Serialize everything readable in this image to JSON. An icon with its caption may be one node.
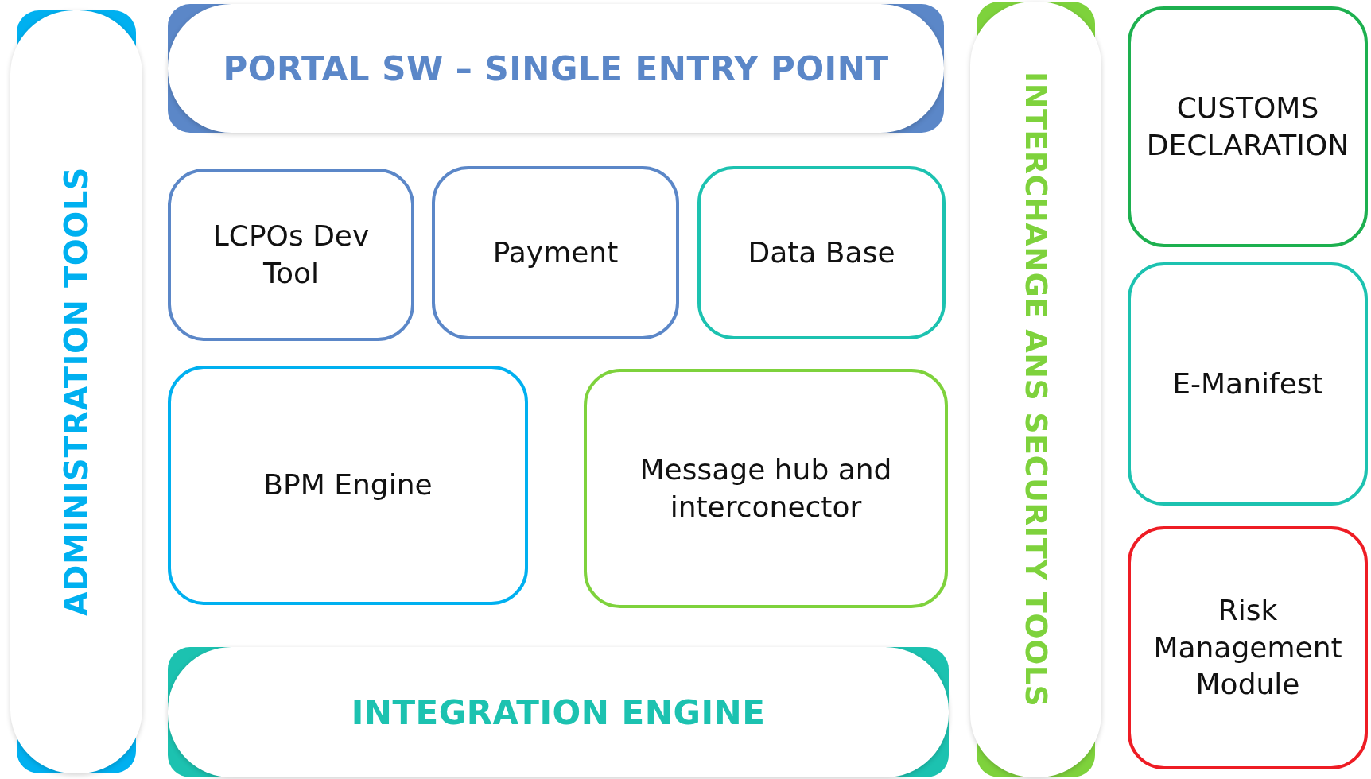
{
  "diagram": {
    "nodes": [
      {
        "text": [
          "ADMINISTRATION TOOLS"
        ]
      },
      {
        "text": [
          "PORTAL SW – SINGLE ENTRY POINT"
        ]
      },
      {
        "text": [
          "LCPOs Dev Tool"
        ]
      },
      {
        "text": [
          "Payment"
        ]
      },
      {
        "text": [
          "Data Base"
        ]
      },
      {
        "text": [
          "BPM Engine"
        ]
      },
      {
        "text": [
          "Message hub and interconector"
        ]
      },
      {
        "text": [
          "INTEGRATION ENGINE"
        ]
      },
      {
        "text": [
          "INTERCHANGE ANS SECURITY TOOLS"
        ]
      },
      {
        "text": [
          "CUSTOMS DECLARATION"
        ]
      },
      {
        "text": [
          "E-Manifest"
        ]
      },
      {
        "text": [
          "Risk Management Module"
        ]
      }
    ]
  }
}
